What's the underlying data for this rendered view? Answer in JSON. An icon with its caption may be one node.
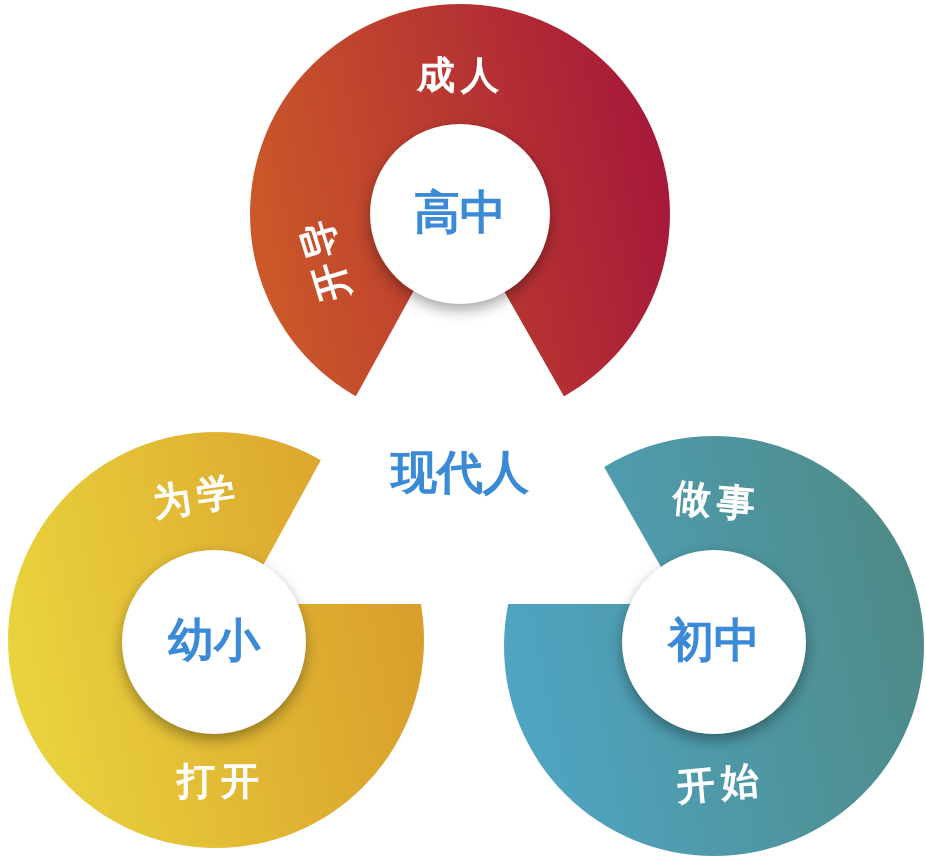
{
  "diagram": {
    "nodes": [
      {
        "text": [
          "成人",
          "开导"
        ]
      },
      {
        "text": [
          "高中"
        ],
        "in": 0
      },
      {
        "text": [
          "为学",
          "打开"
        ]
      },
      {
        "text": [
          "幼小"
        ],
        "in": 2
      },
      {
        "text": [
          "做事",
          "开始"
        ]
      },
      {
        "text": [
          "初中"
        ],
        "in": 4
      },
      {
        "text": [
          "现代人"
        ]
      }
    ]
  }
}
